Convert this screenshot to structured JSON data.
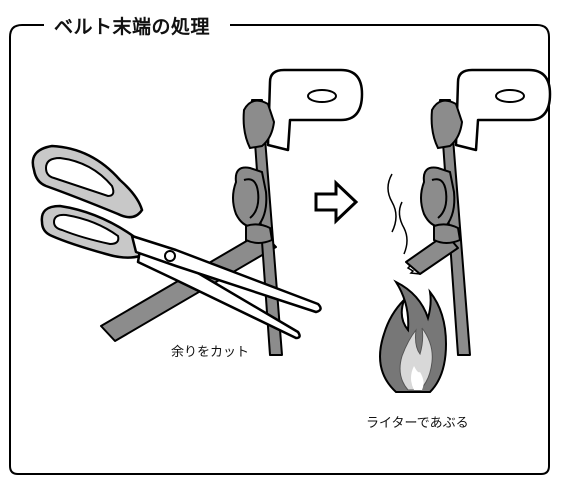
{
  "title": "ベルト末端の処理",
  "labels": {
    "cut": "余りをカット",
    "burn": "ライターであぶる"
  }
}
